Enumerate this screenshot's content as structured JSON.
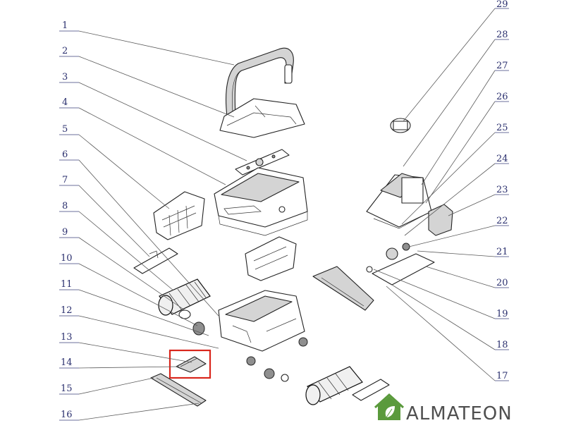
{
  "callouts_left": [
    "1",
    "2",
    "3",
    "4",
    "5",
    "6",
    "7",
    "8",
    "9",
    "10",
    "11",
    "12",
    "13",
    "14",
    "15",
    "16"
  ],
  "callouts_right": [
    "29",
    "28",
    "27",
    "26",
    "25",
    "24",
    "23",
    "22",
    "21",
    "20",
    "19",
    "18",
    "17"
  ],
  "logo": {
    "text": "ALMATEON",
    "color": "#5a9a3c"
  },
  "highlight": {
    "color": "#d9261c"
  }
}
